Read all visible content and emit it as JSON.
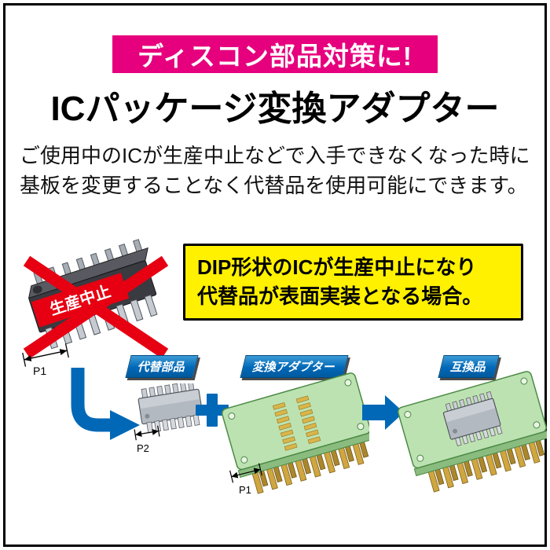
{
  "page": {
    "top_banner": {
      "text": "ディスコン部品対策に!"
    },
    "title": "ICパッケージ変換アダプター",
    "description": {
      "line1": "ご使用中のICが生産中止などで入手できなくなった時に",
      "line2": "基板を変更することなく代替品を使用可能にできます。"
    }
  },
  "dip": {
    "discontinued_label": "生産中止",
    "pitch_label": "P1"
  },
  "callout": {
    "line1": "DIP形状のICが生産中止になり",
    "line2": "代替品が表面実装となる場合。"
  },
  "flow": {
    "alt_part_label": "代替部品",
    "alt_part_pitch_label": "P2",
    "adapter_label": "変換アダプター",
    "adapter_pitch_label": "P1",
    "compatible_label": "互換品"
  },
  "icons": {
    "curved_arrow": "⤷",
    "plus": "+",
    "right_arrow": "→"
  },
  "colors": {
    "banner_pink": "#e6007e",
    "accent_blue": "#0068b7",
    "alert_red": "#e60012",
    "callout_yellow": "#fff100",
    "board_green": "#bce2b2",
    "pin_gold": "#cfa63f"
  }
}
